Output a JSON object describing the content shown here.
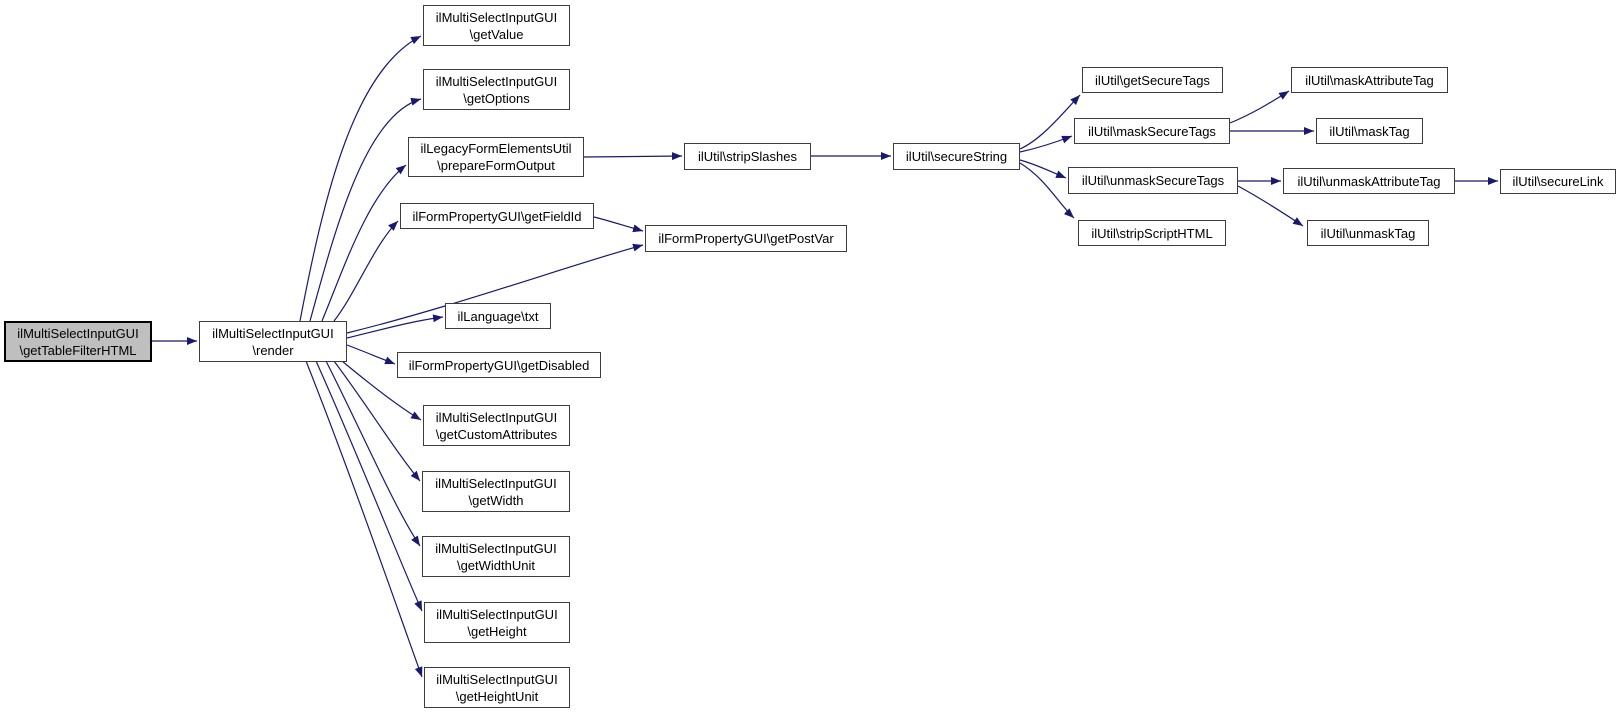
{
  "diagram": {
    "type": "call-graph",
    "nodes": [
      {
        "id": "getTableFilterHTML",
        "label": "ilMultiSelectInputGUI\n\\getTableFilterHTML",
        "highlighted": true
      },
      {
        "id": "render",
        "label": "ilMultiSelectInputGUI\n\\render",
        "highlighted": false
      },
      {
        "id": "getValue",
        "label": "ilMultiSelectInputGUI\n\\getValue",
        "highlighted": false
      },
      {
        "id": "getOptions",
        "label": "ilMultiSelectInputGUI\n\\getOptions",
        "highlighted": false
      },
      {
        "id": "prepareFormOutput",
        "label": "ilLegacyFormElementsUtil\n\\prepareFormOutput",
        "highlighted": false
      },
      {
        "id": "getFieldId",
        "label": "ilFormPropertyGUI\\getFieldId",
        "highlighted": false
      },
      {
        "id": "getPostVar",
        "label": "ilFormPropertyGUI\\getPostVar",
        "highlighted": false
      },
      {
        "id": "txt",
        "label": "ilLanguage\\txt",
        "highlighted": false
      },
      {
        "id": "getDisabled",
        "label": "ilFormPropertyGUI\\getDisabled",
        "highlighted": false
      },
      {
        "id": "getCustomAttributes",
        "label": "ilMultiSelectInputGUI\n\\getCustomAttributes",
        "highlighted": false
      },
      {
        "id": "getWidth",
        "label": "ilMultiSelectInputGUI\n\\getWidth",
        "highlighted": false
      },
      {
        "id": "getWidthUnit",
        "label": "ilMultiSelectInputGUI\n\\getWidthUnit",
        "highlighted": false
      },
      {
        "id": "getHeight",
        "label": "ilMultiSelectInputGUI\n\\getHeight",
        "highlighted": false
      },
      {
        "id": "getHeightUnit",
        "label": "ilMultiSelectInputGUI\n\\getHeightUnit",
        "highlighted": false
      },
      {
        "id": "stripSlashes",
        "label": "ilUtil\\stripSlashes",
        "highlighted": false
      },
      {
        "id": "secureString",
        "label": "ilUtil\\secureString",
        "highlighted": false
      },
      {
        "id": "getSecureTags",
        "label": "ilUtil\\getSecureTags",
        "highlighted": false
      },
      {
        "id": "maskSecureTags",
        "label": "ilUtil\\maskSecureTags",
        "highlighted": false
      },
      {
        "id": "unmaskSecureTags",
        "label": "ilUtil\\unmaskSecureTags",
        "highlighted": false
      },
      {
        "id": "stripScriptHTML",
        "label": "ilUtil\\stripScriptHTML",
        "highlighted": false
      },
      {
        "id": "maskAttributeTag",
        "label": "ilUtil\\maskAttributeTag",
        "highlighted": false
      },
      {
        "id": "maskTag",
        "label": "ilUtil\\maskTag",
        "highlighted": false
      },
      {
        "id": "unmaskAttributeTag",
        "label": "ilUtil\\unmaskAttributeTag",
        "highlighted": false
      },
      {
        "id": "secureLink",
        "label": "ilUtil\\secureLink",
        "highlighted": false
      },
      {
        "id": "unmaskTag",
        "label": "ilUtil\\unmaskTag",
        "highlighted": false
      }
    ],
    "edges": [
      {
        "from": "getTableFilterHTML",
        "to": "render"
      },
      {
        "from": "render",
        "to": "getValue"
      },
      {
        "from": "render",
        "to": "getOptions"
      },
      {
        "from": "render",
        "to": "prepareFormOutput"
      },
      {
        "from": "render",
        "to": "getFieldId"
      },
      {
        "from": "render",
        "to": "getPostVar"
      },
      {
        "from": "render",
        "to": "txt"
      },
      {
        "from": "render",
        "to": "getDisabled"
      },
      {
        "from": "render",
        "to": "getCustomAttributes"
      },
      {
        "from": "render",
        "to": "getWidth"
      },
      {
        "from": "render",
        "to": "getWidthUnit"
      },
      {
        "from": "render",
        "to": "getHeight"
      },
      {
        "from": "render",
        "to": "getHeightUnit"
      },
      {
        "from": "getFieldId",
        "to": "getPostVar"
      },
      {
        "from": "prepareFormOutput",
        "to": "stripSlashes"
      },
      {
        "from": "stripSlashes",
        "to": "secureString"
      },
      {
        "from": "secureString",
        "to": "getSecureTags"
      },
      {
        "from": "secureString",
        "to": "maskSecureTags"
      },
      {
        "from": "secureString",
        "to": "unmaskSecureTags"
      },
      {
        "from": "secureString",
        "to": "stripScriptHTML"
      },
      {
        "from": "maskSecureTags",
        "to": "maskAttributeTag"
      },
      {
        "from": "maskSecureTags",
        "to": "maskTag"
      },
      {
        "from": "unmaskSecureTags",
        "to": "unmaskAttributeTag"
      },
      {
        "from": "unmaskSecureTags",
        "to": "unmaskTag"
      },
      {
        "from": "unmaskAttributeTag",
        "to": "secureLink"
      }
    ],
    "colors": {
      "edge": "#191970",
      "node_fill": "#ffffff",
      "node_border": "#3d3d3d",
      "highlight_fill": "#bfbfbf",
      "highlight_border": "#000000"
    }
  }
}
